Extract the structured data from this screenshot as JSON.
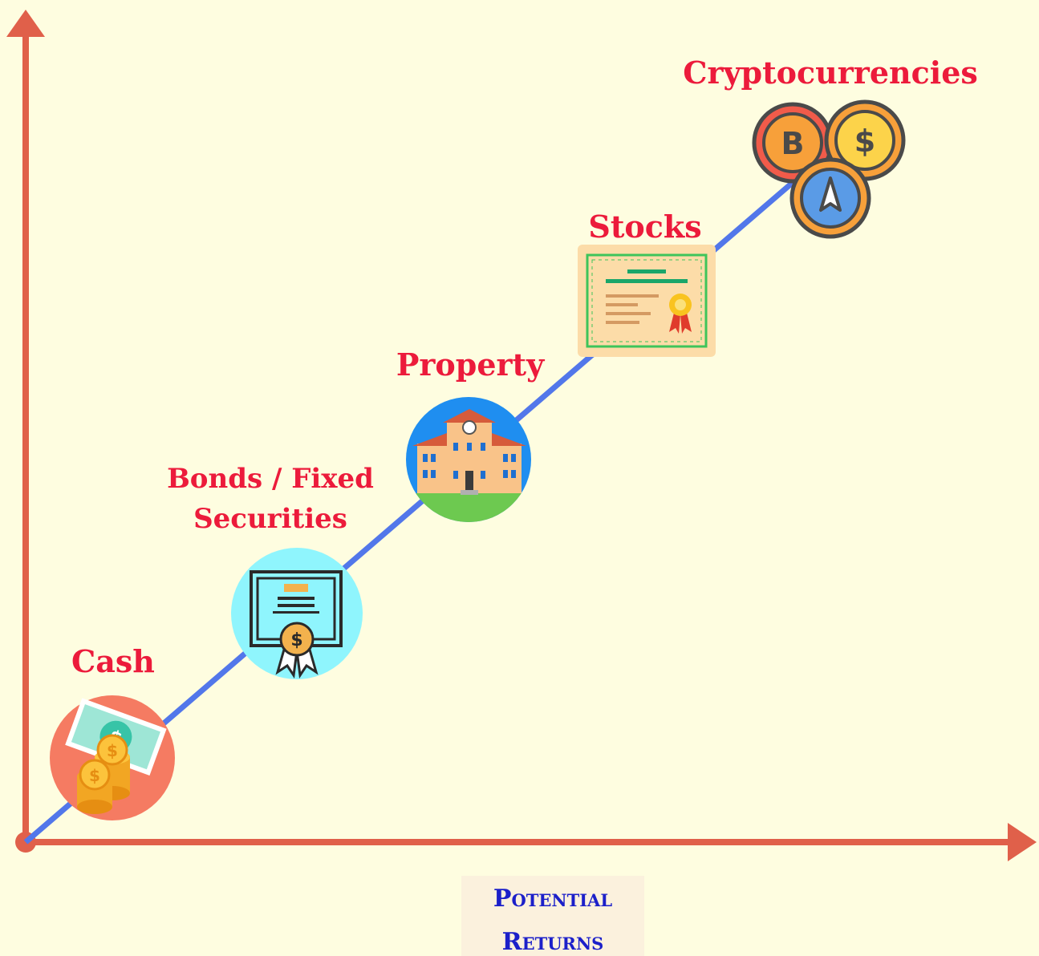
{
  "colors": {
    "background": "#fefde0",
    "axis": "#e0604a",
    "trend_line": "#5277ea",
    "label": "#ec1b3b",
    "axis_label": "#1c20c9"
  },
  "x_axis_label": {
    "line1": "Potential",
    "line2": "Returns"
  },
  "assets": [
    {
      "label": "Cash",
      "icon": "cash-money-icon"
    },
    {
      "label_line1": "Bonds / Fixed",
      "label_line2": "Securities",
      "icon": "bond-certificate-icon"
    },
    {
      "label": "Property",
      "icon": "building-icon"
    },
    {
      "label": "Stocks",
      "icon": "stock-certificate-icon"
    },
    {
      "label": "Cryptocurrencies",
      "icon": "crypto-coins-icon"
    }
  ]
}
